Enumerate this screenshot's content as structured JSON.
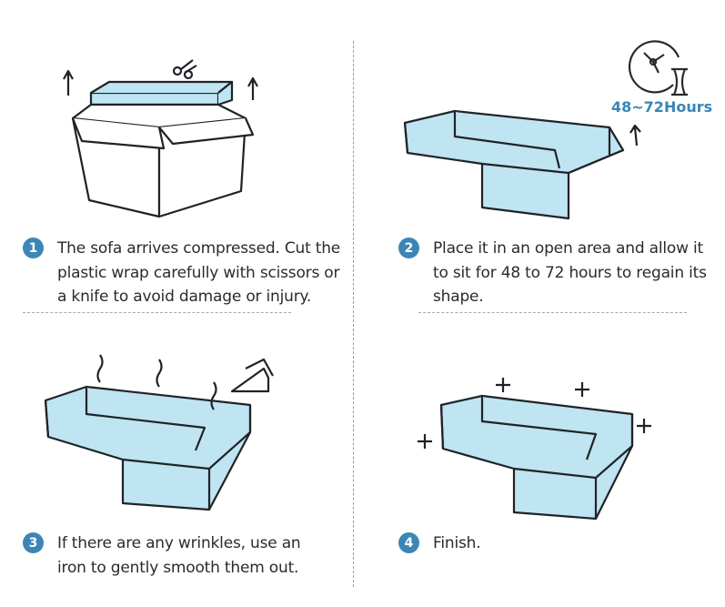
{
  "steps": [
    {
      "number": "1",
      "text": "The sofa arrives compressed. Cut the plastic wrap carefully with scissors or a knife to avoid damage or injury."
    },
    {
      "number": "2",
      "text": "Place it in an open area and allow it to sit for 48 to 72 hours to regain its shape."
    },
    {
      "number": "3",
      "text": "If there are any wrinkles, use an iron to gently smooth them out."
    },
    {
      "number": "4",
      "text": "Finish."
    }
  ],
  "timer_label": "48~72Hours",
  "colors": {
    "accent": "#3c86b6",
    "sofa_fill": "#bfe4f2",
    "outline": "#1f2328"
  }
}
